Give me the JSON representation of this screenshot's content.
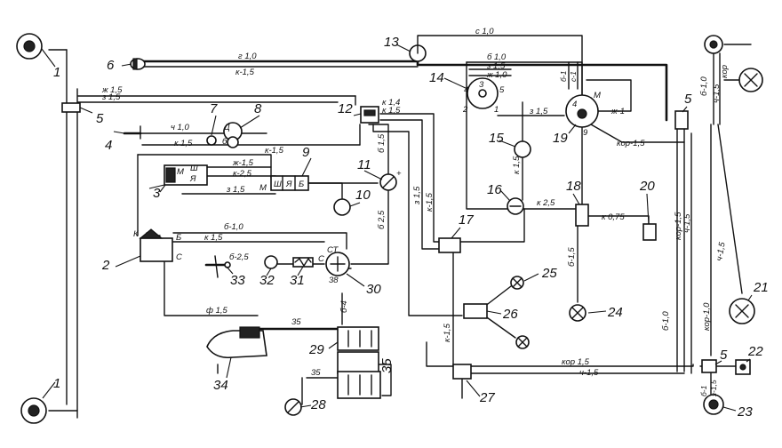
{
  "component_numbers": {
    "n1_top": "1",
    "n1_bottom": "1",
    "n2": "2",
    "n3": "3",
    "n4": "4",
    "n5_left": "5",
    "n5_right": "5",
    "n5_bottom": "5",
    "n6": "6",
    "n7": "7",
    "n8": "8",
    "n9": "9",
    "n10": "10",
    "n11": "11",
    "n12": "12",
    "n13": "13",
    "n14": "14",
    "n15": "15",
    "n16": "16",
    "n17": "17",
    "n18": "18",
    "n19": "19",
    "n20": "20",
    "n21": "21",
    "n22": "22",
    "n23": "23",
    "n24": "24",
    "n25": "25",
    "n26": "26",
    "n27": "27",
    "n28": "28",
    "n29": "29",
    "n30": "30",
    "n31": "31",
    "n32": "32",
    "n33": "33",
    "n34": "34",
    "n35_right": "35"
  },
  "wire_labels": {
    "s10_top": "с 1,0",
    "g10": "г 1,0",
    "k15_top": "к-1,5",
    "zh15_left": "ж 1,5",
    "z15_left": "з 1,5",
    "ch10": "ч 1,0",
    "k15_mid": "к 1,5",
    "k15_9": "к-1,5",
    "zh15_3": "ж-1,5",
    "k25_3": "к-2,5",
    "z15_3": "з 1,5",
    "b10_mid": "б-1,0",
    "k15_2": "к 1,5",
    "b25_31": "б-2,5",
    "f15": "ф 1,5",
    "n35_29": "35",
    "b4": "б-4",
    "n35_28": "35",
    "k14_12": "к 1,4",
    "k15_12": "к 1,5",
    "b15_11": "б 1,5",
    "b25_11": "б 2,5",
    "z15_17": "з 1,5",
    "k15_17": "к-1,5",
    "b10_14": "б 1,0",
    "z15_14": "з 1,5",
    "zh10_14": "ж 1,0",
    "b1_19": "б-1",
    "s1_19": "с-1",
    "z15_19": "з 1,5",
    "zh1_19": "ж-1",
    "kor15_19": "кор-1,5",
    "k15_15": "к 1,5",
    "k25_18": "к 2,5",
    "k075_20": "к 0,75",
    "b15_24": "б-1,5",
    "k15_27": "к-1,5",
    "kor15_27": "кор 1,5",
    "ch15_27": "ч-1,5",
    "b10_right": "б-1,0",
    "kor15_right": "кор-1,5",
    "ch15_right": "ч-1,5",
    "kor10_right": "кор-1,0",
    "ch15_21": "ч-1,5",
    "b10_top_right": "б-1,0",
    "ch15_top_right": "ч-1,5",
    "kor_top_right": "кор",
    "b1_23": "б-1",
    "z15_23": "з-1,5"
  },
  "terminal_labels": {
    "t2_k": "К",
    "t2_b": "Б",
    "t2_c": "С",
    "t3_m": "М",
    "t3_sh": "Ш",
    "t3_ya": "Я",
    "t9_m": "М",
    "t9_sh": "Ш",
    "t9_ya": "Я",
    "t9_b": "Б",
    "t8_d": "Д",
    "t8_b": "б",
    "t30_ct": "СТ",
    "t30_c": "С",
    "t30_38": "38",
    "t14_4": "4",
    "t14_3": "3",
    "t14_5": "5",
    "t14_2": "2",
    "t14_1": "1",
    "t19_4": "4",
    "t19_m": "М",
    "t19_9": "9",
    "t11_plus": "+"
  }
}
